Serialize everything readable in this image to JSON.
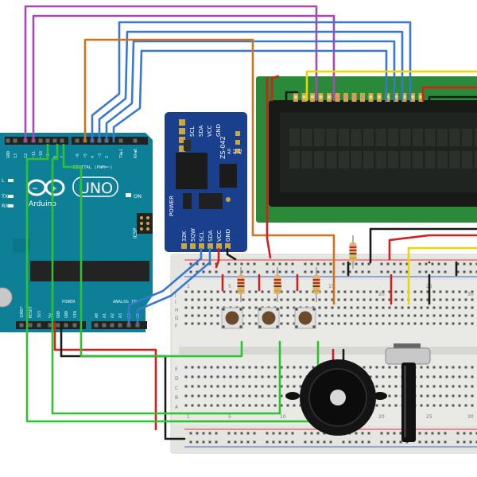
{
  "arduino": {
    "brand": "Arduino",
    "model": "UNO",
    "on_label": "ON",
    "icsp_label": "ICSP",
    "digital_label": "DIGITAL (PWM=~)",
    "analog_label": "ANALOG IN",
    "power_label": "POWER",
    "tx_label": "TX",
    "rx_label": "RX",
    "l_label": "L",
    "tx_side": "TX",
    "rx_side": "RX",
    "top_pins": [
      "GND",
      "13",
      "12",
      "~11",
      "~10",
      "~9",
      "8",
      "7",
      "~6",
      "~5",
      "4",
      "~3",
      "2",
      "TX▶1",
      "RX◀0"
    ],
    "bottom_pins": [
      "IOREF",
      "RESET",
      "3V3",
      "5V",
      "GND",
      "GND",
      "VIN",
      "A0",
      "A1",
      "A2",
      "A3",
      "A4",
      "A5"
    ]
  },
  "rtc": {
    "chip": "ZS-042",
    "top_pins": [
      "SCL",
      "SDA",
      "VCC",
      "GND"
    ],
    "address_pins": [
      "A0",
      "A1",
      "A2"
    ],
    "power_label": "POWER",
    "bottom_pins": [
      "32K",
      "SQW",
      "SCL",
      "SDA",
      "VCC",
      "GND"
    ]
  },
  "breadboard": {
    "row_labels_top": [
      "J",
      "I",
      "H",
      "G",
      "F"
    ],
    "row_labels_bottom": [
      "E",
      "D",
      "C",
      "B",
      "A"
    ],
    "column_numbers": [
      "1",
      "5",
      "10",
      "15",
      "20",
      "25",
      "30"
    ]
  },
  "colors": {
    "arduino_board": "#0d7f96",
    "rtc_board": "#1a3f8c",
    "lcd_pcb": "#2a8a3a",
    "wire_purple": "#a64ab0",
    "wire_orange": "#d0731f",
    "wire_blue": "#3a78d0",
    "wire_green": "#2fc22f",
    "wire_red": "#d0201a",
    "wire_black": "#1a1a1a",
    "wire_yellow": "#e8d800"
  }
}
